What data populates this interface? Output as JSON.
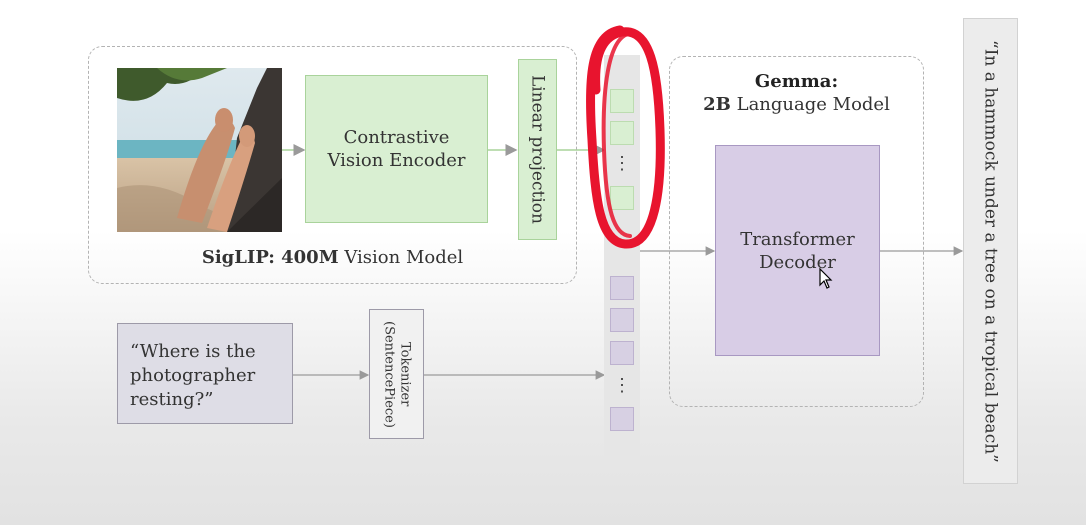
{
  "vision": {
    "encoder_label": "Contrastive Vision Encoder",
    "projection_label": "Linear projection",
    "caption_bold": "SigLIP: 400M",
    "caption_rest": " Vision Model"
  },
  "language": {
    "title_bold": "Gemma:",
    "subtitle_bold": "2B",
    "subtitle_rest": " Language Model",
    "decoder_label": "Transformer Decoder"
  },
  "prompt": {
    "text": "“Where is the photographer resting?”",
    "tokenizer_label": "Tokenizer (SentencePiece)"
  },
  "tokens": {
    "ellipsis": "⋮"
  },
  "output": {
    "text": "“In a hammock under a tree on a tropical beach”"
  },
  "annotation": {
    "color": "#e8142e"
  }
}
